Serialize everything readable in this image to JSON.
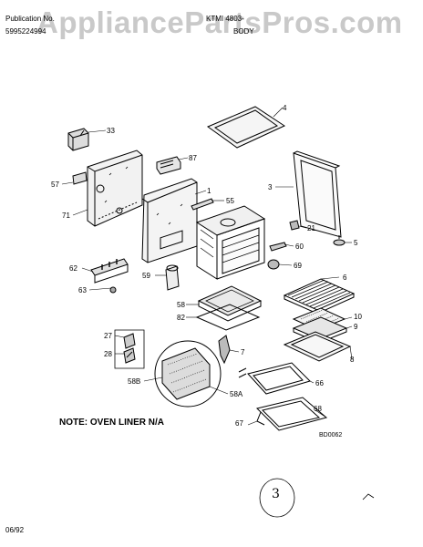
{
  "header": {
    "publication_label": "Publication No.",
    "publication_number": "5995224994",
    "model_fragment": "KTMI 4803-",
    "section_fragment": "BODY"
  },
  "watermark": "AppliancePartsPros.com",
  "note": "NOTE: OVEN LINER N/A",
  "diagram_code": "BD0062",
  "date": "06/92",
  "part_labels": {
    "p33": "33",
    "p87": "87",
    "p57": "57",
    "p71": "71",
    "p1": "1",
    "p55": "55",
    "p4": "4",
    "p3": "3",
    "p21": "21",
    "p5": "5",
    "p60": "60",
    "p69": "69",
    "p62": "62",
    "p63": "63",
    "p59": "59",
    "p58": "58",
    "p82": "82",
    "p6": "6",
    "p10": "10",
    "p9": "9",
    "p8": "8",
    "p27": "27",
    "p28": "28",
    "p7": "7",
    "p58b": "58B",
    "p58a": "58A",
    "p66": "66",
    "p68": "68",
    "p67": "67"
  },
  "page_sticker": "3"
}
